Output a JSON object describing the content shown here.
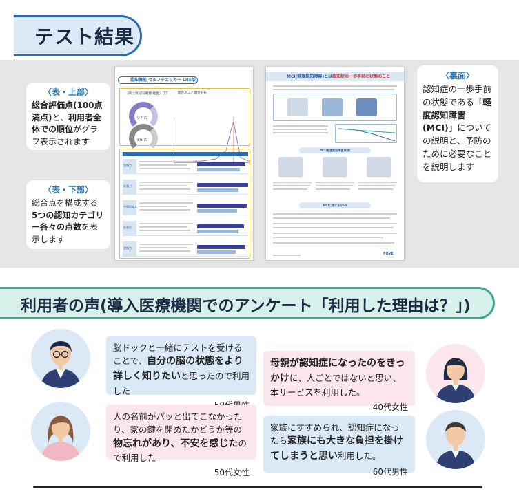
{
  "section1": {
    "title": "テスト結果",
    "callout_front_upper": {
      "title": "〈表・上部〉",
      "bold1": "総合評価点(100点満点)",
      "text1": "と、",
      "bold2": "利用者全体での順位",
      "text2": "がグラフ表示されます"
    },
    "callout_front_lower": {
      "title": "〈表・下部〉",
      "text1": "総合点を構成する",
      "bold1": "5つの認知カテゴリー各々の点数",
      "text2": "を表示します"
    },
    "callout_back": {
      "title": "〈裏面〉",
      "text1": "認知症の一歩手前の状態である",
      "bold1": "「軽度認知障害(MCI)」",
      "text2": "についての説明と、予防のために必要なことを説明します"
    },
    "front_doc": {
      "header": "認知機能 セルフチェッカー Lite版",
      "score_caption": "あなたの認知機能 総合スコア",
      "score_value": "97 点",
      "avg_value": "86 点",
      "chart_caption": "総合スコア 順位分布",
      "categories": [
        "記憶力",
        "計画力",
        "空間認識力",
        "計画力",
        "言語力"
      ]
    },
    "back_doc": {
      "title": "MCI(軽度認知障害)とは",
      "title_em": "認知症の一歩手前の状態のこと",
      "sec1": "MCI(軽度認知障害)対策",
      "sec2": "MCIに関するQ&A"
    }
  },
  "section2": {
    "title": "利用者の声(導入医療機関でのアンケート「利用した理由は？」)",
    "voices": [
      {
        "pre": "脳ドックと一緒にテストを受けることで、",
        "bold": "自分の脳の状態をより詳しく知りたい",
        "post": "と思ったので利用した",
        "who": "50代男性"
      },
      {
        "pre": "",
        "bold": "母親が認知症になったのをきっかけ",
        "post": "に、人ごとではないと思い、本サービスを利用した。",
        "who": "40代女性"
      },
      {
        "pre": "人の名前がパッと出てこなかったり、家の鍵を閉めたかどうか等の",
        "bold": "物忘れがあり、不安を感じた",
        "post": "ので利用した",
        "who": "50代女性"
      },
      {
        "pre": "家族にすすめられ、認知症になったら",
        "bold": "家族にも大きな負担を掛けてしまうと思い",
        "post": "利用した。",
        "who": "60代男性"
      }
    ]
  },
  "colors": {
    "blue_accent": "#2b6cb0",
    "green_accent": "#3aa88a",
    "bubble_blue": "#dbe9f6",
    "bubble_pink": "#fbe6ec"
  }
}
